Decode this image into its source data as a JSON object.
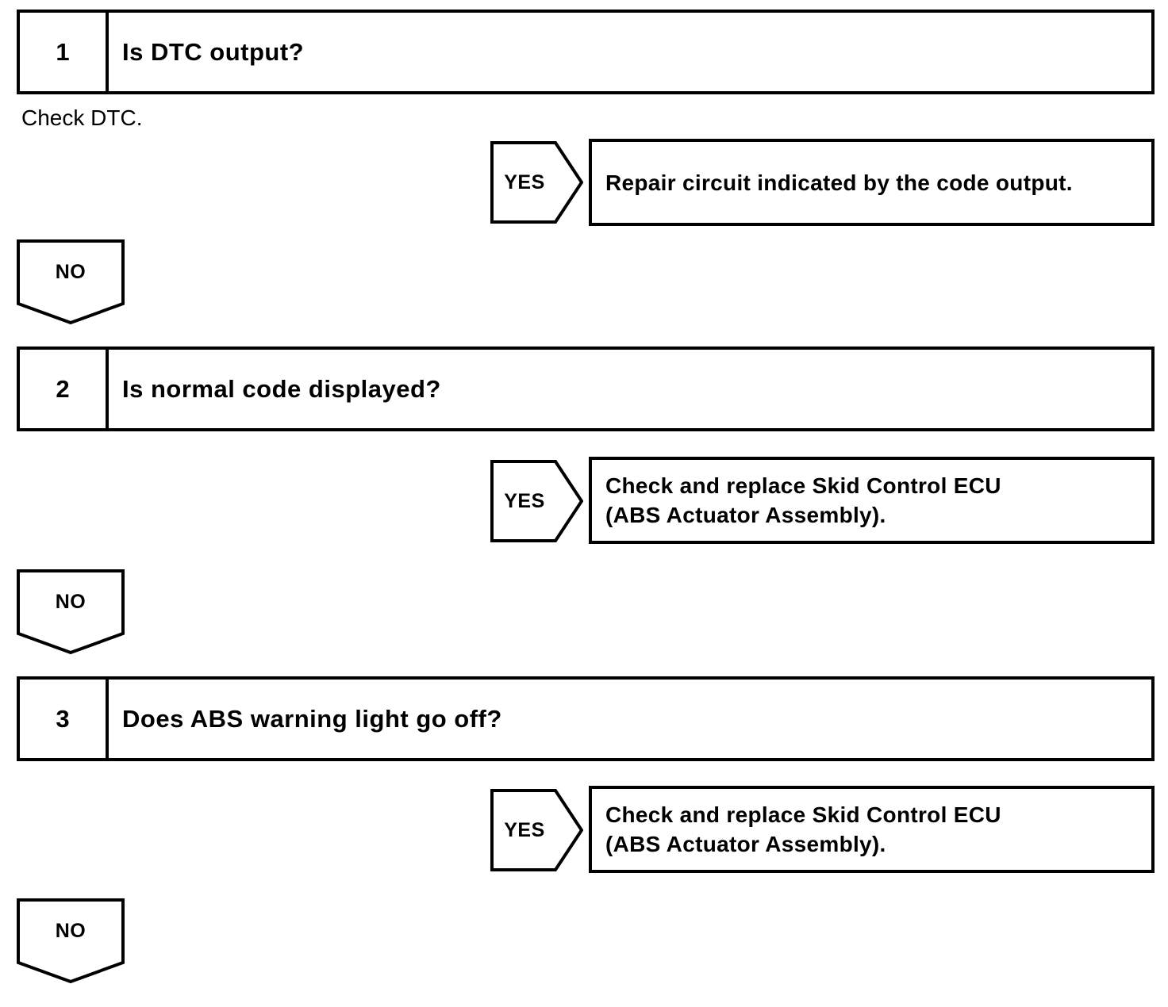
{
  "page": {
    "background_color": "#ffffff",
    "ink_color": "#000000"
  },
  "flowchart": {
    "steps": [
      {
        "number": "1",
        "question": "Is DTC output?",
        "note": "Check DTC.",
        "yes": {
          "label": "YES",
          "result": "Repair circuit indicated by the code output."
        },
        "no": {
          "label": "NO"
        }
      },
      {
        "number": "2",
        "question": "Is normal code displayed?",
        "yes": {
          "label": "YES",
          "result": "Check and replace Skid Control ECU\n(ABS Actuator Assembly)."
        },
        "no": {
          "label": "NO"
        }
      },
      {
        "number": "3",
        "question": "Does ABS warning light go off?",
        "yes": {
          "label": "YES",
          "result": "Check and replace Skid Control ECU\n(ABS Actuator Assembly)."
        },
        "no": {
          "label": "NO"
        }
      }
    ]
  }
}
